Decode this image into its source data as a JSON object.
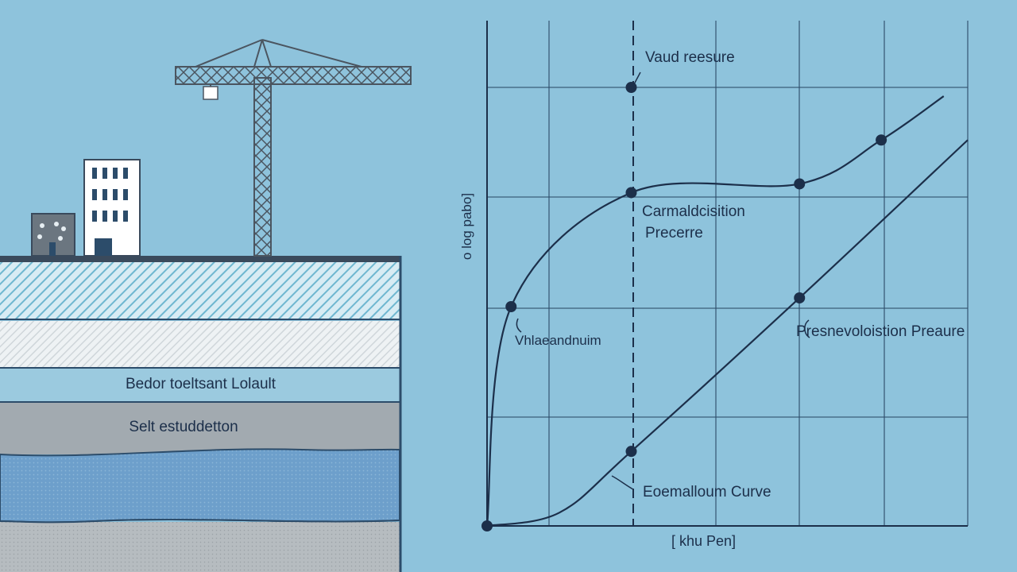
{
  "colors": {
    "sky": "#8ec3dc",
    "ink": "#1c2f4a",
    "grid": "#2c4c6a",
    "soil_hatch": "#6fb7d0",
    "soil_band": "#9bcadf",
    "rock": "#a2aab0",
    "deep_soil": "#6d9fcb",
    "base": "#b6bcc0"
  },
  "icons": [
    "construction-crane-icon",
    "building-icon",
    "small-building-icon"
  ],
  "labels": {
    "layer_1": "Bedor toeltsant Lolault",
    "layer_2": "Selt estuddetton",
    "top_annotation": "Vaud reesure",
    "middle_annotation_line1": "Carmaldcisition",
    "middle_annotation_line2": "Precerre",
    "left_annotation": "Vhlaeandnuim",
    "right_annotation": "Presnevoloistion Preaure",
    "curve_annotation": "Eoemalloum Curve",
    "x_axis": "[ khu Pen]",
    "y_axis": "o log pabo]"
  },
  "chart_data": {
    "type": "line",
    "grid": true,
    "ticks_printed": false,
    "curves": [
      {
        "points": [
          {
            "x": 0,
            "y": 0
          },
          {
            "x": 0.05,
            "y": 0.5
          },
          {
            "x": 0.3,
            "y": 0.76
          },
          {
            "x": 0.65,
            "y": 0.78
          },
          {
            "x": 0.82,
            "y": 0.88
          },
          {
            "x": 0.95,
            "y": 0.98
          }
        ],
        "markers": [
          {
            "x": 0,
            "y": 0
          },
          {
            "x": 0.05,
            "y": 0.5
          },
          {
            "x": 0.3,
            "y": 0.76
          },
          {
            "x": 0.65,
            "y": 0.78
          },
          {
            "x": 0.82,
            "y": 0.88
          }
        ]
      },
      {
        "points": [
          {
            "x": 0,
            "y": 0
          },
          {
            "x": 0.15,
            "y": 0.03
          },
          {
            "x": 0.3,
            "y": 0.17
          },
          {
            "x": 0.65,
            "y": 0.52
          },
          {
            "x": 1.0,
            "y": 0.88
          }
        ],
        "markers": [
          {
            "x": 0.3,
            "y": 0.17
          },
          {
            "x": 0.65,
            "y": 0.52
          }
        ]
      }
    ],
    "marker_top": {
      "x": 0.3,
      "y": 1.0
    }
  }
}
